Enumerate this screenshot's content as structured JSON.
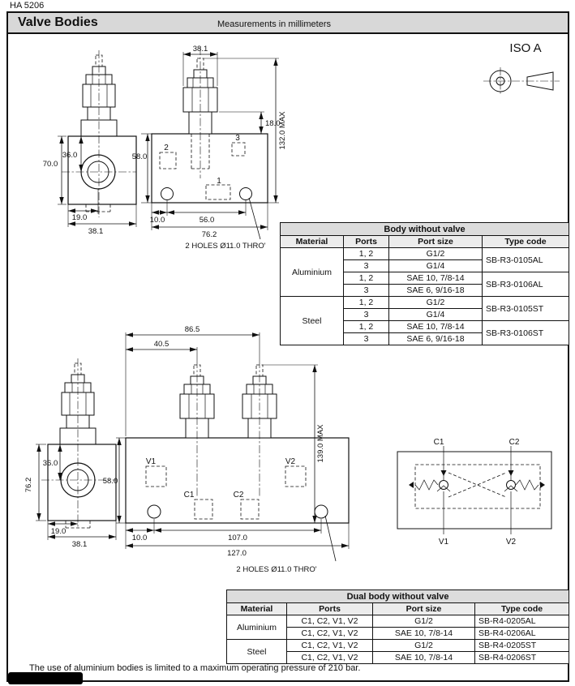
{
  "page": {
    "doc_code": "HA 5206",
    "title": "Valve Bodies",
    "subtitle": "Measurements in millimeters",
    "iso_label": "ISO A",
    "footer_note": "The use of aluminium bodies is limited to a maximum operating pressure of 210 bar.",
    "colors": {
      "line": "#111111",
      "header_band": "#d8d8d8",
      "table_title_bg": "#dcdcdc"
    }
  },
  "single_body": {
    "front": {
      "dim_total_height": "70.0",
      "dim_port_height": "36.0",
      "dim_port_offset": "19.0",
      "dim_width": "38.1"
    },
    "side": {
      "dim_hex": "38.1",
      "dim_protrusion": "18.0",
      "dim_max_height": "132.0 MAX",
      "dim_body_height": "58.0",
      "dim_edge_to_hole": "10.0",
      "dim_hole_spacing": "56.0",
      "dim_width": "76.2",
      "port_1": "1",
      "port_2": "2",
      "port_3": "3",
      "holes_note": "2 HOLES Ø11.0 THRO'"
    }
  },
  "dual_body": {
    "front": {
      "dim_total_height": "76.2",
      "dim_port_height": "36.0",
      "dim_port_offset": "19.0",
      "dim_width": "38.1"
    },
    "side": {
      "dim_v2_offset": "86.5",
      "dim_v1_offset": "40.5",
      "dim_max_height": "139.0 MAX",
      "dim_body_height": "58.0",
      "dim_edge_to_hole": "10.0",
      "dim_hole_spacing": "107.0",
      "dim_width": "127.0",
      "port_v1": "V1",
      "port_v2": "V2",
      "port_c1": "C1",
      "port_c2": "C2",
      "holes_note": "2 HOLES Ø11.0 THRO'"
    }
  },
  "schematic": {
    "c1": "C1",
    "c2": "C2",
    "v1": "V1",
    "v2": "V2"
  },
  "table_single": {
    "title": "Body without valve",
    "headers": {
      "material": "Material",
      "ports": "Ports",
      "size": "Port size",
      "code": "Type code"
    },
    "groups": [
      {
        "material": "Aluminium",
        "variants": [
          {
            "code": "SB-R3-0105AL",
            "rows": [
              {
                "ports": "1, 2",
                "size": "G1/2"
              },
              {
                "ports": "3",
                "size": "G1/4"
              }
            ]
          },
          {
            "code": "SB-R3-0106AL",
            "rows": [
              {
                "ports": "1, 2",
                "size": "SAE 10, 7/8-14"
              },
              {
                "ports": "3",
                "size": "SAE 6, 9/16-18"
              }
            ]
          }
        ]
      },
      {
        "material": "Steel",
        "variants": [
          {
            "code": "SB-R3-0105ST",
            "rows": [
              {
                "ports": "1, 2",
                "size": "G1/2"
              },
              {
                "ports": "3",
                "size": "G1/4"
              }
            ]
          },
          {
            "code": "SB-R3-0106ST",
            "rows": [
              {
                "ports": "1, 2",
                "size": "SAE 10, 7/8-14"
              },
              {
                "ports": "3",
                "size": "SAE 6, 9/16-18"
              }
            ]
          }
        ]
      }
    ]
  },
  "table_dual": {
    "title": "Dual body without valve",
    "headers": {
      "material": "Material",
      "ports": "Ports",
      "size": "Port size",
      "code": "Type code"
    },
    "groups": [
      {
        "material": "Aluminium",
        "rows": [
          {
            "ports": "C1, C2, V1, V2",
            "size": "G1/2",
            "code": "SB-R4-0205AL"
          },
          {
            "ports": "C1, C2, V1, V2",
            "size": "SAE 10, 7/8-14",
            "code": "SB-R4-0206AL"
          }
        ]
      },
      {
        "material": "Steel",
        "rows": [
          {
            "ports": "C1, C2, V1, V2",
            "size": "G1/2",
            "code": "SB-R4-0205ST"
          },
          {
            "ports": "C1, C2, V1, V2",
            "size": "SAE 10, 7/8-14",
            "code": "SB-R4-0206ST"
          }
        ]
      }
    ]
  }
}
